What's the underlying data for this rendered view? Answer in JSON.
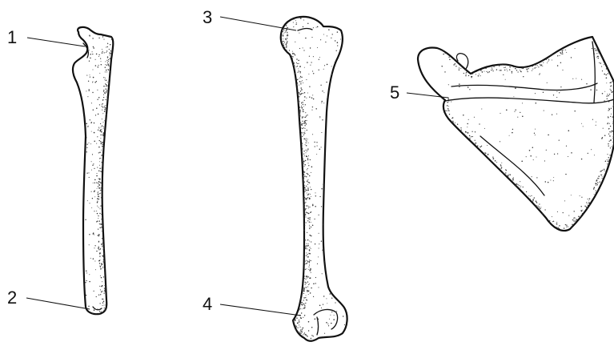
{
  "figure": {
    "background": "#ffffff",
    "ink": "#111111"
  },
  "labels": {
    "l1": "1",
    "l2": "2",
    "l3": "3",
    "l4": "4",
    "l5": "5"
  },
  "bones": {
    "first": "ulna",
    "second": "humerus",
    "third": "scapula"
  }
}
